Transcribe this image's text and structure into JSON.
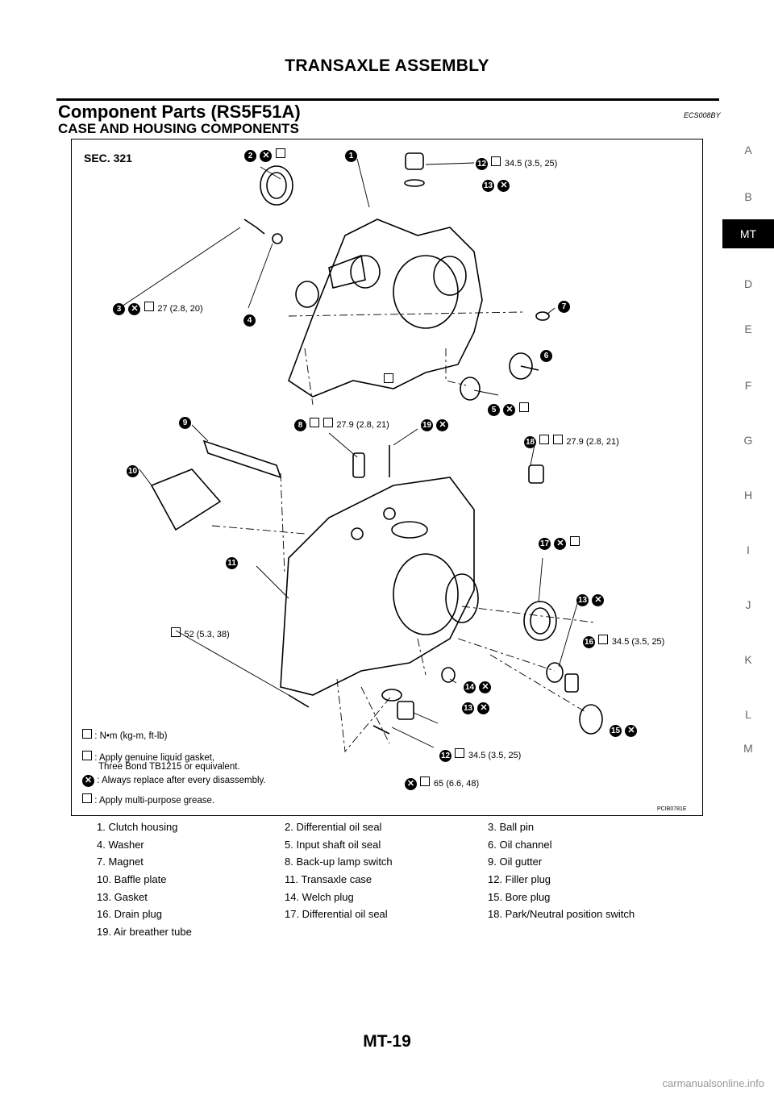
{
  "header": {
    "title": "TRANSAXLE ASSEMBLY",
    "section_title": "Component Parts (RS5F51A)",
    "section_code": "ECS008BY",
    "subtitle": "CASE AND HOUSING COMPONENTS"
  },
  "diagram": {
    "sec_label": "SEC. 321",
    "figure_code": "PCIB0781E",
    "callouts": [
      {
        "num": "1",
        "text": ""
      },
      {
        "num": "2",
        "text": ""
      },
      {
        "num": "3",
        "text": "27 (2.8, 20)"
      },
      {
        "num": "4",
        "text": ""
      },
      {
        "num": "5",
        "text": ""
      },
      {
        "num": "6",
        "text": ""
      },
      {
        "num": "7",
        "text": ""
      },
      {
        "num": "8",
        "text": "27.9 (2.8, 21)"
      },
      {
        "num": "9",
        "text": ""
      },
      {
        "num": "10",
        "text": ""
      },
      {
        "num": "11",
        "text": ""
      },
      {
        "num": "12",
        "text": "34.5 (3.5, 25)"
      },
      {
        "num": "13",
        "text": ""
      },
      {
        "num": "14",
        "text": ""
      },
      {
        "num": "15",
        "text": ""
      },
      {
        "num": "16",
        "text": "34.5 (3.5, 25)"
      },
      {
        "num": "17",
        "text": ""
      },
      {
        "num": "18",
        "text": "27.9 (2.8, 21)"
      },
      {
        "num": "19",
        "text": ""
      },
      {
        "num": "12",
        "text": "34.5 (3.5, 25)"
      },
      {
        "num": "13",
        "text": ""
      },
      {
        "num": "13",
        "text": ""
      }
    ],
    "extra_torques": [
      "52 (5.3, 38)",
      "65 (6.6, 48)"
    ],
    "legend": [
      ": N•m  (kg-m,  ft-lb)",
      ": Apply genuine liquid gasket,",
      "Three Bond TB1215 or equivalent.",
      ": Always replace after every disassembly.",
      ": Apply multi-purpose grease."
    ]
  },
  "parts": [
    [
      "1.    Clutch housing",
      "2.    Differential oil seal",
      "3.    Ball pin"
    ],
    [
      "4.    Washer",
      "5.    Input shaft oil seal",
      "6.    Oil channel"
    ],
    [
      "7.    Magnet",
      "8.    Back-up lamp switch",
      "9.    Oil gutter"
    ],
    [
      "10.  Baffle plate",
      "11.  Transaxle case",
      "12.  Filler plug"
    ],
    [
      "13.  Gasket",
      "14.  Welch plug",
      "15.  Bore plug"
    ],
    [
      "16.  Drain plug",
      "17.  Differential oil seal",
      "18.  Park/Neutral position switch"
    ],
    [
      "19.  Air breather tube",
      "",
      ""
    ]
  ],
  "side_tabs": [
    "A",
    "B",
    "MT",
    "D",
    "E",
    "F",
    "G",
    "H",
    "I",
    "J",
    "K",
    "L",
    "M"
  ],
  "footer": {
    "page_number": "MT-19",
    "watermark": "carmanualsonline.info"
  }
}
